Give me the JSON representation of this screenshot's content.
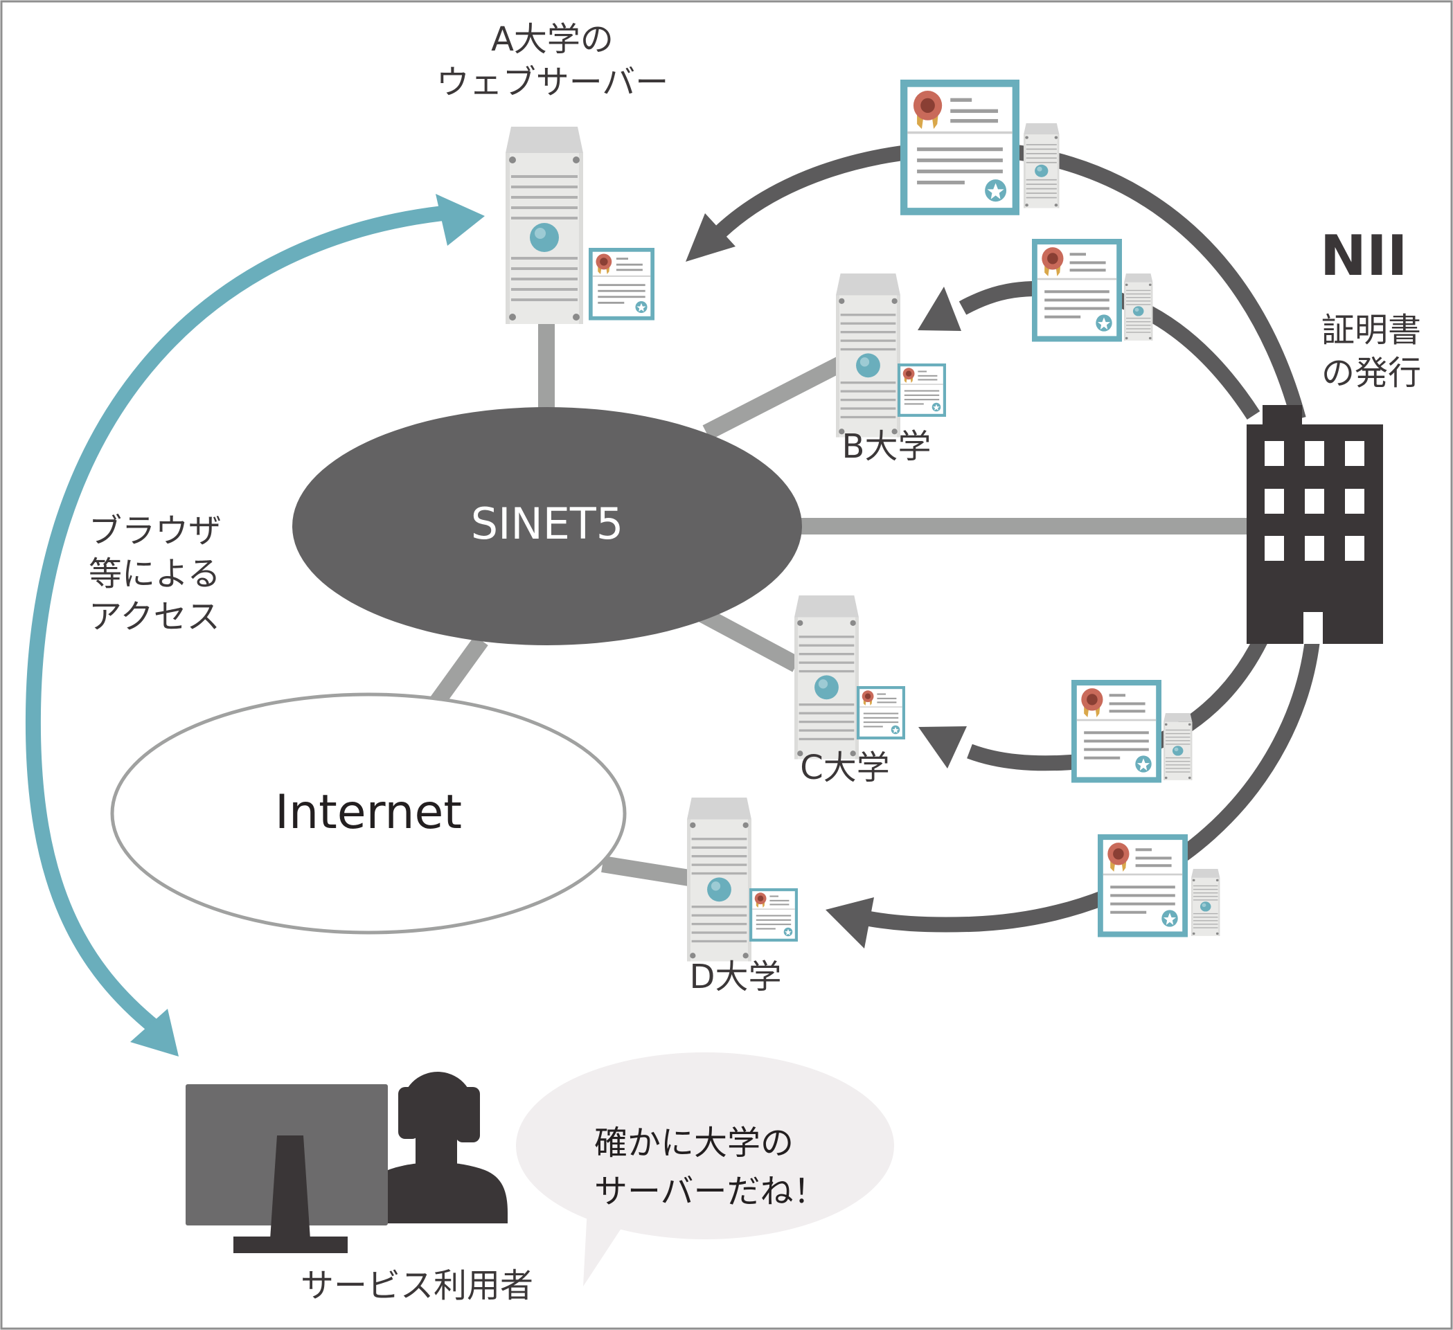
{
  "labels": {
    "server_a": "A大学の\nウェブサーバー",
    "univ_b": "B大学",
    "univ_c": "C大学",
    "univ_d": "D大学",
    "nii_name": "NII",
    "nii_caption": "証明書\nの発行",
    "sinet": "SINET5",
    "internet": "Internet",
    "access": "ブラウザ\n等による\nアクセス",
    "speech": "確かに大学の\nサーバーだね！",
    "user": "サービス利用者"
  },
  "colors": {
    "teal": "#6aaebc",
    "dark_gray": "#5c5b5c",
    "link_gray": "#a0a1a0",
    "cloud_dark": "#636263",
    "building": "#3a3637",
    "bubble": "#f1eeef",
    "seal": "#c96a5a"
  }
}
